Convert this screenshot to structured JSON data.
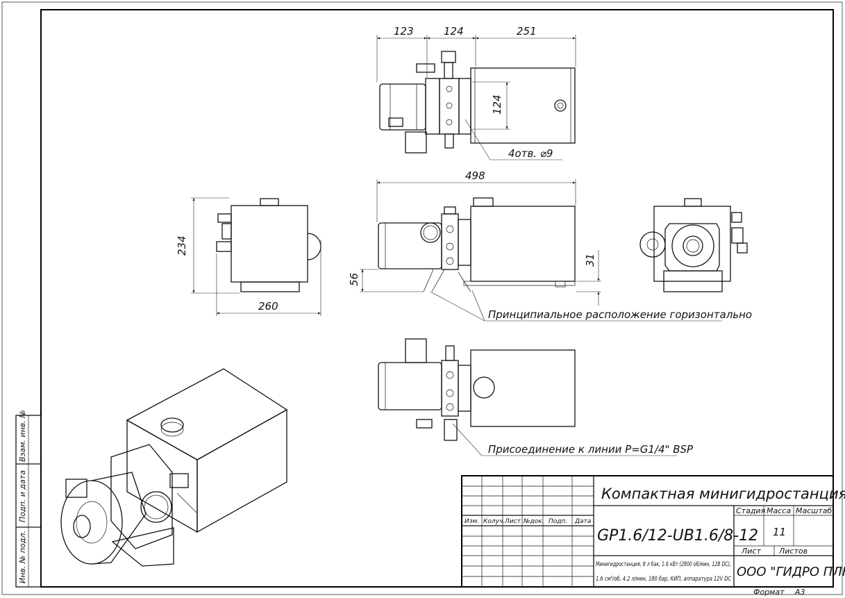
{
  "dimensions": {
    "top_width_1": "123",
    "top_width_2": "124",
    "top_width_3": "251",
    "top_height": "124",
    "front_width": "498",
    "side_height": "234",
    "side_width": "260",
    "front_offset_left": "56",
    "front_offset_right": "31"
  },
  "callouts": {
    "holes": "4отв. ⌀9",
    "placement": "Принципиальное расположение горизонтально",
    "connection": "Присоединение к линии P=G1/4\" BSP"
  },
  "side_stamp": {
    "field_1": "Взам. инв. №",
    "field_2": "Подп. и дата",
    "field_3": "Инв. № подл."
  },
  "title_block": {
    "title": "Компактная минигидростанция",
    "code": "GP1.6/12-UB1.6/8-12",
    "description_line1": "Минигидростанция, 8 л бак, 1.6 кВт (2800 об/мин, 12В DC),",
    "description_line2": "1.6 см³/об, 4.2 л/мин, 180 бар, КИП, аппаратура 12V DC",
    "company": "ООО \"ГИДРО ПЛЮС\"",
    "col_izm": "Изм.",
    "col_koluch": "Колуч.",
    "col_list": "Лист",
    "col_ndok": "№док.",
    "col_podp": "Подп.",
    "col_data": "Дата",
    "col_stadia": "Стадия",
    "col_massa": "Масса",
    "col_masshtab": "Масштаб",
    "mass_value": "11",
    "label_list": "Лист",
    "label_listov": "Листов",
    "format_label": "Формат",
    "format_value": "А3"
  }
}
